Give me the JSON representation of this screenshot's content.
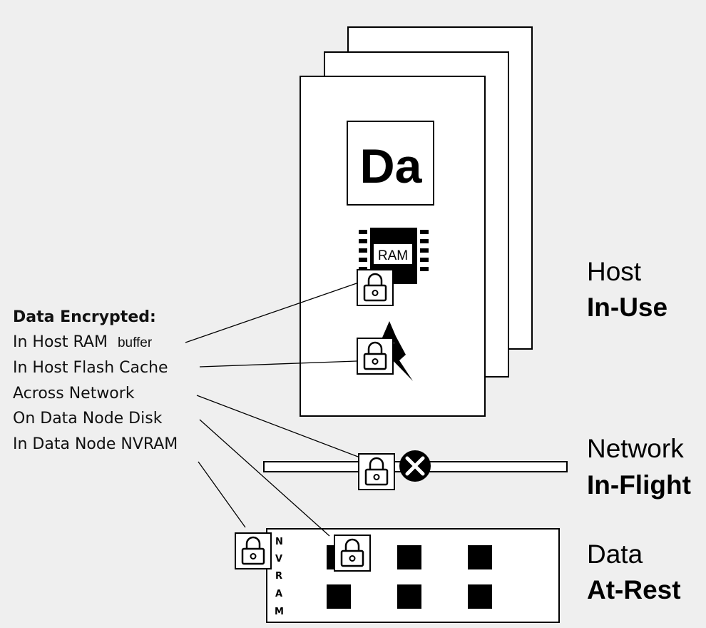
{
  "host_card": {
    "app_logo_text": "Da",
    "ram_chip_label": "RAM"
  },
  "legend": {
    "heading": "Data Encrypted:",
    "items": [
      {
        "text": "In Host RAM",
        "suffix": "buffer"
      },
      {
        "text": "In Host Flash Cache",
        "suffix": ""
      },
      {
        "text": "Across Network",
        "suffix": ""
      },
      {
        "text": "On Data Node Disk",
        "suffix": ""
      },
      {
        "text": "In Data Node NVRAM",
        "suffix": ""
      }
    ]
  },
  "tiers": [
    {
      "top": "Host",
      "bottom": "In-Use"
    },
    {
      "top": "Network",
      "bottom": "In-Flight"
    },
    {
      "top": "Data",
      "bottom": "At-Rest"
    }
  ],
  "nvram_letters": [
    "N",
    "V",
    "R",
    "A",
    "M"
  ],
  "icons": {
    "lock": "padlock-icon",
    "flash": "lightning-bolt-icon",
    "ram": "ram-chip-icon",
    "network_node": "x-circle-icon"
  }
}
